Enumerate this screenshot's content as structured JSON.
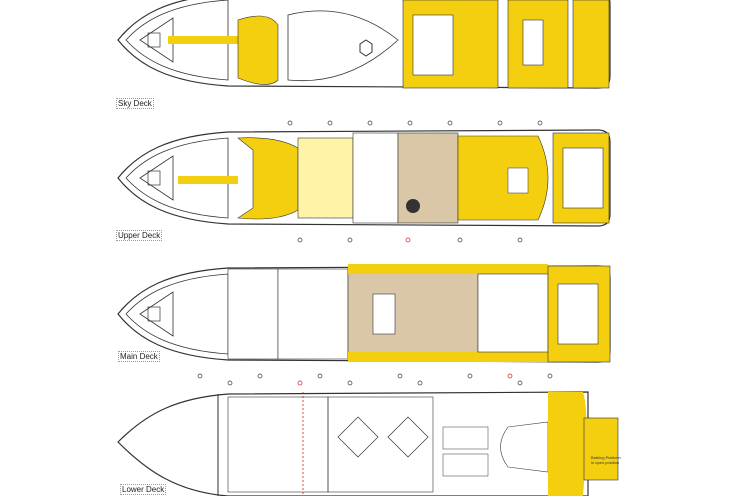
{
  "decks": [
    {
      "name": "Sky Deck"
    },
    {
      "name": "Upper Deck"
    },
    {
      "name": "Main Deck"
    },
    {
      "name": "Lower Deck"
    }
  ],
  "bathing_platform_label": "Bathing Platform in open position",
  "colors": {
    "yellow": "#f4cf10",
    "line": "#333333",
    "red": "#d02020",
    "wood": "#d9c7a8"
  }
}
